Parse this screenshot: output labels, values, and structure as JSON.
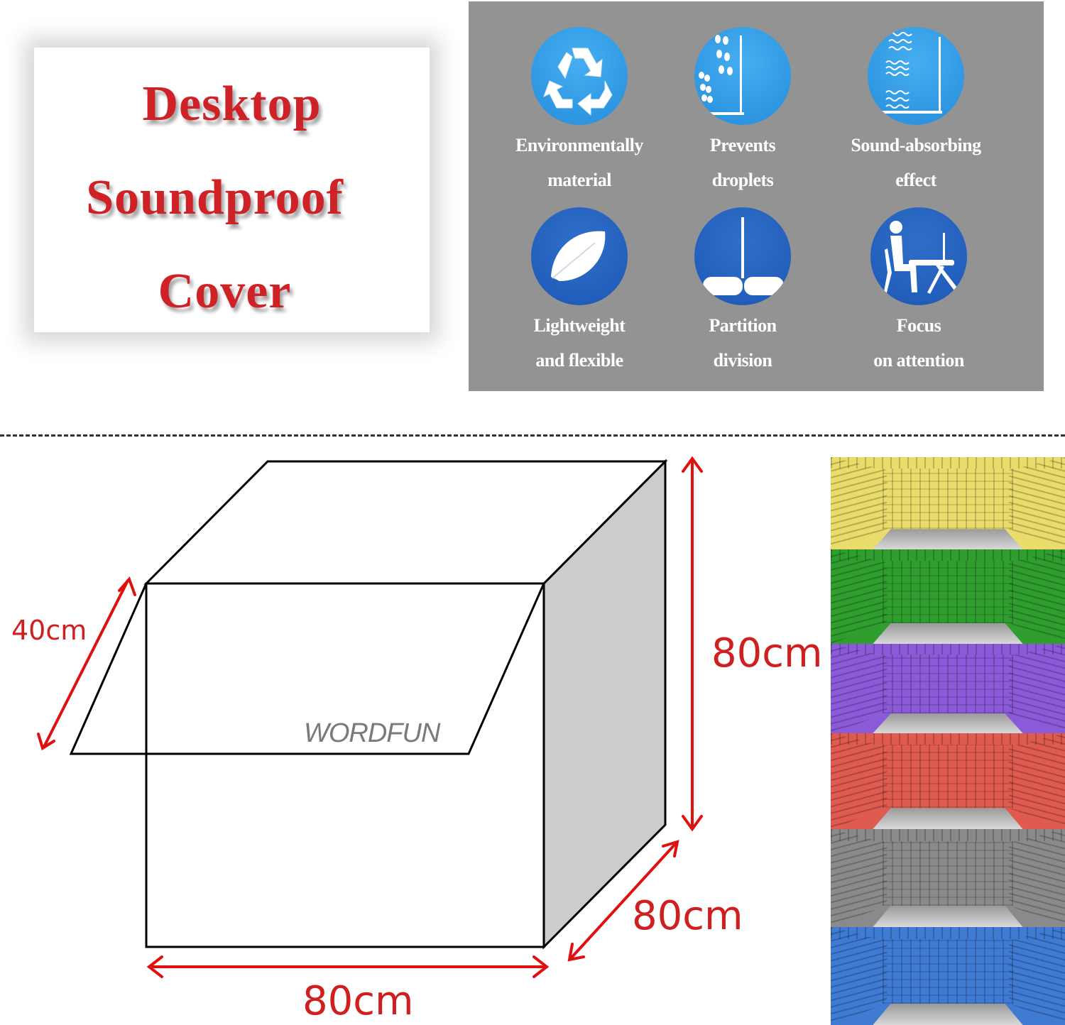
{
  "title_card": {
    "lines": [
      "Desktop",
      "Soundproof",
      "Cover"
    ],
    "color": "#cf2227"
  },
  "features": {
    "background": "#939393",
    "items": [
      {
        "icon": "recycle-icon",
        "style": "light",
        "line1": "Environmentally",
        "line2": "material"
      },
      {
        "icon": "droplets-barrier-icon",
        "style": "light",
        "line1": "Prevents",
        "line2": "droplets"
      },
      {
        "icon": "sound-waves-barrier-icon",
        "style": "light",
        "line1": "Sound-absorbing",
        "line2": "effect"
      },
      {
        "icon": "feather-icon",
        "style": "dark",
        "line1": "Lightweight",
        "line2": "and flexible"
      },
      {
        "icon": "partition-icon",
        "style": "dark",
        "line1": "Partition",
        "line2": "division"
      },
      {
        "icon": "person-at-desk-icon",
        "style": "dark",
        "line1": "Focus",
        "line2": "on attention"
      }
    ]
  },
  "dimensions": {
    "flap_depth": "40cm",
    "height": "80cm",
    "depth": "80cm",
    "width": "80cm",
    "brand": "WORDFUN",
    "arrow_color": "#e01010",
    "label_color": "#d01f1f"
  },
  "color_options": [
    {
      "name": "yellow",
      "color": "#e9dc6a"
    },
    {
      "name": "green",
      "color": "#2f9e2f"
    },
    {
      "name": "purple",
      "color": "#8a5ad8"
    },
    {
      "name": "red",
      "color": "#df5a4f"
    },
    {
      "name": "gray",
      "color": "#8a8a8a"
    },
    {
      "name": "blue",
      "color": "#3f7ad3"
    }
  ]
}
